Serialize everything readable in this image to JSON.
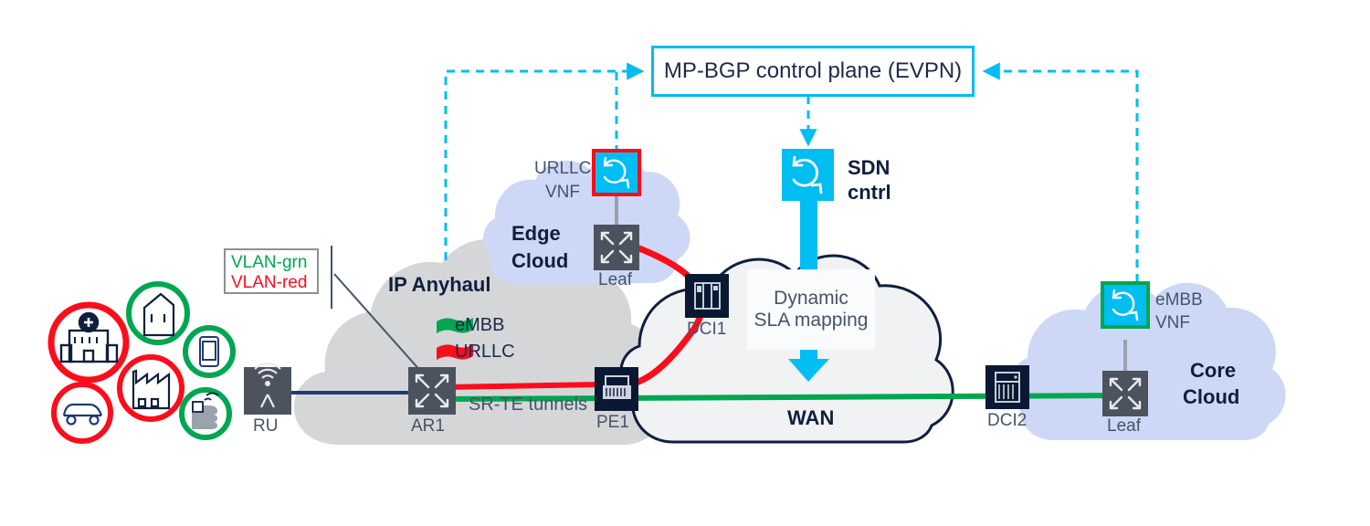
{
  "title": "5G network slicing end-to-end transport diagram",
  "control_plane": {
    "label": "MP-BGP control plane (EVPN)",
    "border_color": "#00bdf2"
  },
  "sdn": {
    "label_line1": "SDN",
    "label_line2": "cntrl",
    "icon": "vnf-refresh-icon",
    "color": "#00bdf2"
  },
  "wan": {
    "label": "WAN",
    "annotation_line1": "Dynamic",
    "annotation_line2": "SLA mapping",
    "arrow_color": "#00bdf2"
  },
  "clouds": {
    "anyhaul": {
      "label": "IP Anyhaul",
      "fill": "#d5d6d8"
    },
    "edge": {
      "label_line1": "Edge",
      "label_line2": "Cloud",
      "fill": "#ccd8f5"
    },
    "core": {
      "label_line1": "Core",
      "label_line2": "Cloud",
      "fill": "#ccd8f5"
    },
    "wan": {
      "fill": "#f1f2f4",
      "stroke": "#0f1f3d"
    }
  },
  "vlan_legend": {
    "green_label": "VLAN-grn",
    "red_label": "VLAN-red",
    "green_color": "#00a650",
    "red_color": "#fc0d1b"
  },
  "tunnel_legend": {
    "items": [
      {
        "label": "eMBB",
        "color": "#00a650"
      },
      {
        "label": "URLLC",
        "color": "#fc0d1b"
      }
    ],
    "caption": "SR-TE tunnels"
  },
  "devices": [
    {
      "id": "ru",
      "label": "RU",
      "icon": "antenna-icon",
      "kind": "gray"
    },
    {
      "id": "ar1",
      "label": "AR1",
      "icon": "four-arrow-icon",
      "kind": "gray"
    },
    {
      "id": "pe1",
      "label": "PE1",
      "icon": "router-icon",
      "kind": "navy"
    },
    {
      "id": "dci1",
      "label": "DCI1",
      "icon": "switch-icon",
      "kind": "navy"
    },
    {
      "id": "dci2",
      "label": "DCI2",
      "icon": "server-rack-icon",
      "kind": "navy"
    },
    {
      "id": "leaf-edge",
      "label": "Leaf",
      "icon": "four-arrow-icon",
      "kind": "gray"
    },
    {
      "id": "leaf-core",
      "label": "Leaf",
      "icon": "four-arrow-icon",
      "kind": "gray"
    }
  ],
  "vnfs": [
    {
      "id": "urllc-vnf",
      "label_line1": "URLLC",
      "label_line2": "VNF",
      "border_color": "#fc0d1b",
      "fill": "#00bdf2"
    },
    {
      "id": "embb-vnf",
      "label_line1": "eMBB",
      "label_line2": "VNF",
      "border_color": "#00a650",
      "fill": "#00bdf2"
    }
  ],
  "endpoints": [
    {
      "id": "hospital",
      "icon": "hospital-icon",
      "ring": "#fc0d1b"
    },
    {
      "id": "house",
      "icon": "house-icon",
      "ring": "#00a650"
    },
    {
      "id": "smartphone",
      "icon": "smartphone-icon",
      "ring": "#00a650"
    },
    {
      "id": "car",
      "icon": "car-icon",
      "ring": "#fc0d1b"
    },
    {
      "id": "factory",
      "icon": "factory-icon",
      "ring": "#fc0d1b"
    },
    {
      "id": "wearable",
      "icon": "wearable-hand-icon",
      "ring": "#00a650"
    }
  ],
  "colors": {
    "cyan": "#00bdf2",
    "green": "#00a650",
    "red": "#fc0d1b",
    "navy": "#0f1f3d",
    "gray_device": "#4c535f",
    "blue_link": "#1f3b73"
  }
}
